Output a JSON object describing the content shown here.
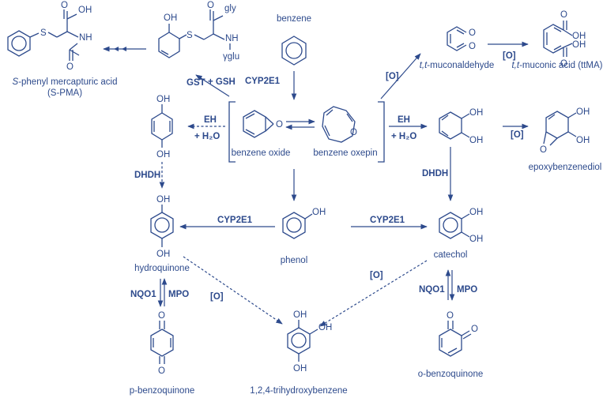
{
  "compounds": {
    "benzene": "benzene",
    "benzene_oxide": "benzene oxide",
    "benzene_oxepin": "benzene oxepin",
    "phenol": "phenol",
    "catechol": "catechol",
    "hydroquinone": "hydroquinone",
    "p_benzoquinone": "p-benzoquinone",
    "o_benzoquinone": "o-benzoquinone",
    "trihydroxybenzene": "1,2,4-trihydroxybenzene",
    "muconaldehyde_italic": "t,t",
    "muconaldehyde_rest": "-muconaldehyde",
    "muconic_italic": "t,t",
    "muconic_rest": "-muconic acid (ttMA)",
    "epoxybenzenediol": "epoxybenzenediol",
    "spma_italic": "S",
    "spma_rest": "-phenyl mercapturic acid",
    "spma_abbr": "(S-PMA)"
  },
  "enzymes": {
    "cyp2e1": "CYP2E1",
    "gst": "GST",
    "gsh": "+ GSH",
    "eh": "EH",
    "h2o": "+ H₂O",
    "dhdh": "DHDH",
    "nqo1": "NQO1",
    "mpo": "MPO",
    "oxid": "[O]"
  },
  "atoms": {
    "oh": "OH",
    "o": "O",
    "s": "S",
    "nh": "NH",
    "gly": "gly",
    "gamma_glu": "γglu"
  }
}
